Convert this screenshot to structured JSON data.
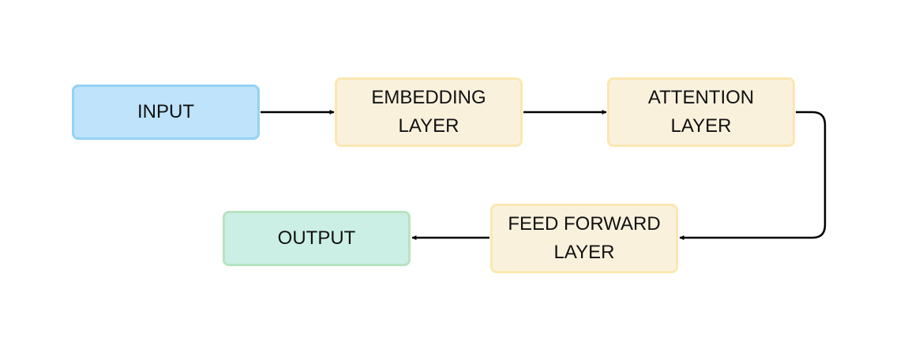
{
  "diagram": {
    "nodes": [
      {
        "id": "input",
        "label": "INPUT",
        "fill": "#bee3fa",
        "stroke": "#94d3f6"
      },
      {
        "id": "embedding",
        "label": "EMBEDDING\nLAYER",
        "fill": "#faf1dd",
        "stroke": "#fbe7b1"
      },
      {
        "id": "attention",
        "label": "ATTENTION\nLAYER",
        "fill": "#faf1dd",
        "stroke": "#fbe7b1"
      },
      {
        "id": "feed-forward",
        "label": "FEED FORWARD\nLAYER",
        "fill": "#faf1dd",
        "stroke": "#fbe7b1"
      },
      {
        "id": "output",
        "label": "OUTPUT",
        "fill": "#cbefe4",
        "stroke": "#b6e3bf"
      }
    ],
    "edges": [
      {
        "from": "input",
        "to": "embedding"
      },
      {
        "from": "embedding",
        "to": "attention"
      },
      {
        "from": "attention",
        "to": "feed-forward"
      },
      {
        "from": "feed-forward",
        "to": "output"
      }
    ],
    "edge_color": "#000000"
  }
}
